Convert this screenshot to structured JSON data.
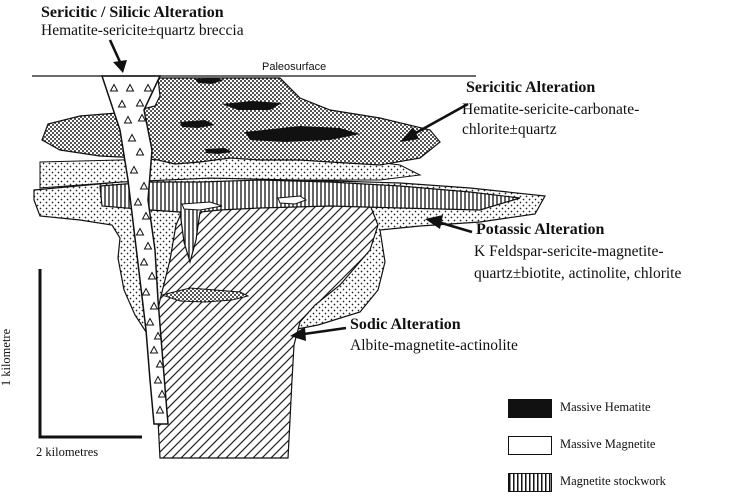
{
  "labels": {
    "sericitic_silicic": {
      "title": "Sericitic / Silicic Alteration",
      "desc": "Hematite-sericite±quartz breccia"
    },
    "paleosurface": "Paleosurface",
    "sericitic": {
      "title": "Sericitic Alteration",
      "desc_line1": "Hematite-sericite-carbonate-",
      "desc_line2": "chlorite±quartz"
    },
    "potassic": {
      "title": "Potassic Alteration",
      "desc_line1": "K Feldspar-sericite-magnetite-",
      "desc_line2": "quartz±biotite, actinolite, chlorite"
    },
    "sodic": {
      "title": "Sodic Alteration",
      "desc": "Albite-magnetite-actinolite"
    }
  },
  "scale_bar": {
    "vertical": "1 kilometre",
    "horizontal": "2 kilometres"
  },
  "legend": [
    {
      "label": "Massive Hematite",
      "pattern": "solid-black"
    },
    {
      "label": "Massive Magnetite",
      "pattern": "white"
    },
    {
      "label": "Magnetite stockwork",
      "pattern": "vertical-lines"
    }
  ]
}
